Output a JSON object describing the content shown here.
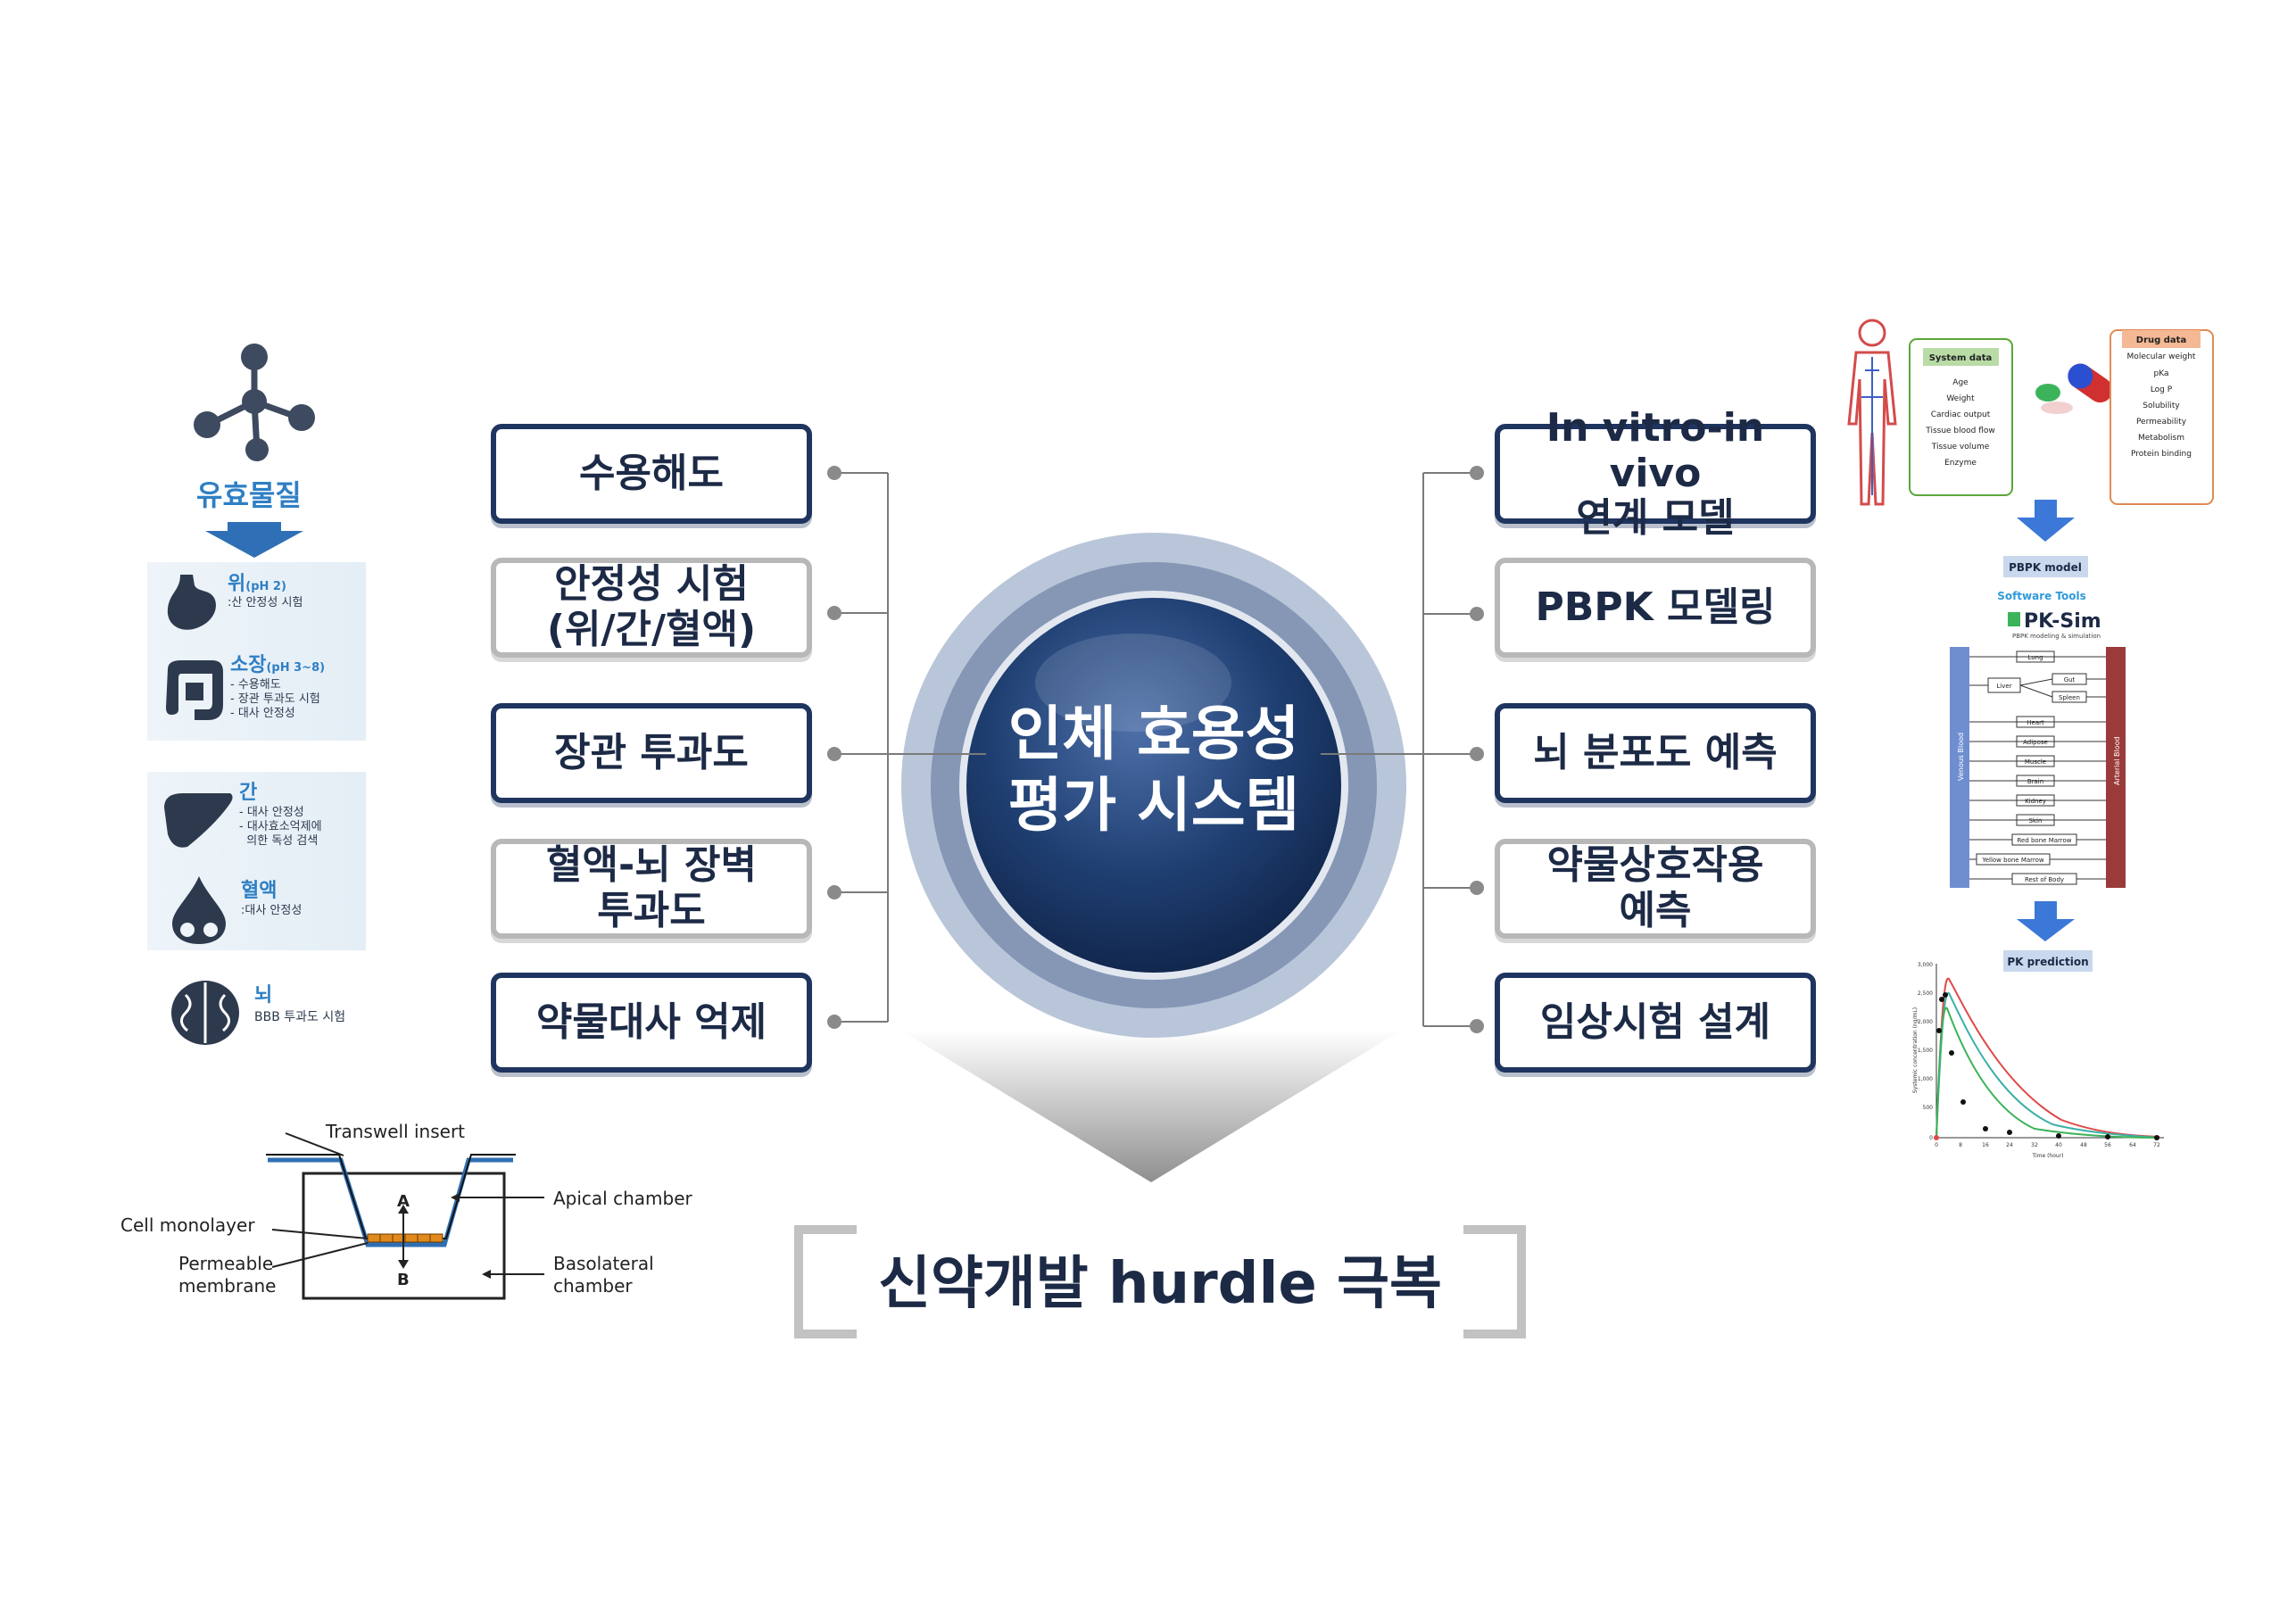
{
  "center": {
    "line1": "인체 효용성",
    "line2": "평가 시스템"
  },
  "bottom_banner": "신약개발 hurdle 극복",
  "left_boxes": [
    {
      "label": "수용해도",
      "style": "dark"
    },
    {
      "label": "안정성 시험\n(위/간/혈액)",
      "style": "light"
    },
    {
      "label": "장관 투과도",
      "style": "dark"
    },
    {
      "label": "혈액-뇌 장벽\n투과도",
      "style": "light"
    },
    {
      "label": "약물대사 억제",
      "style": "dark"
    }
  ],
  "right_boxes": [
    {
      "label": "In vitro-in vivo\n연계 모델",
      "style": "dark"
    },
    {
      "label": "PBPK 모델링",
      "style": "light"
    },
    {
      "label": "뇌 분포도 예측",
      "style": "dark"
    },
    {
      "label": "약물상호작용\n예측",
      "style": "light"
    },
    {
      "label": "임상시험 설계",
      "style": "dark"
    }
  ],
  "left_panel": {
    "title": "유효물질",
    "organs": [
      {
        "name": "위",
        "sub": "(pH 2)",
        "notes": [
          ":산 안정성 시험"
        ],
        "icon": "stomach-icon"
      },
      {
        "name": "소장",
        "sub": "(pH 3~8)",
        "notes": [
          "- 수용해도",
          "- 장관 투과도 시험",
          "- 대사 안정성"
        ],
        "icon": "intestine-icon"
      },
      {
        "name": "간",
        "sub": "",
        "notes": [
          "- 대사 안정성",
          "- 대사효소억제에",
          "  의한 독성 검색"
        ],
        "icon": "liver-icon"
      },
      {
        "name": "혈액",
        "sub": "",
        "notes": [
          ":대사 안정성"
        ],
        "icon": "blood-drop-icon"
      },
      {
        "name": "뇌",
        "sub": "",
        "notes": [
          "BBB 투과도 시험"
        ],
        "icon": "brain-icon"
      }
    ]
  },
  "transwell": {
    "insert": "Transwell insert",
    "apical": "Apical chamber",
    "basolateral": "Basolateral",
    "basolateral2": "chamber",
    "cell": "Cell monolayer",
    "perm1": "Permeable",
    "perm2": "membrane",
    "a": "A",
    "b": "B"
  },
  "right_panel": {
    "system_title": "System data",
    "system_items": [
      "Age",
      "Weight",
      "Cardiac output",
      "Tissue blood flow",
      "Tissue volume",
      "Enzyme"
    ],
    "drug_title": "Drug data",
    "drug_items": [
      "Molecular weight",
      "pKa",
      "Log P",
      "Solubility",
      "Permeability",
      "Metabolism",
      "Protein binding"
    ],
    "pbpk_title": "PBPK model",
    "software": "Software Tools",
    "pksim": "PK-Sim",
    "pksim_sub": "PBPK modeling & simulation",
    "organs": [
      "Lung",
      "Liver",
      "Gut",
      "Spleen",
      "Heart",
      "Adipose",
      "Muscle",
      "Brain",
      "Kidney",
      "Skin",
      "Red bone Marrow",
      "Yellow bone Marrow",
      "Rest of Body"
    ],
    "venous": "Venous Blood",
    "arterial": "Arterial Blood",
    "pk_title": "PK prediction",
    "pk_ylabel": "Systemic concentration (ng/mL)",
    "pk_xlabel": "Time (hour)",
    "pk_yticks": [
      "3,000",
      "2,500",
      "2,000",
      "1,500",
      "1,000",
      "500",
      "0"
    ],
    "pk_xticks": [
      "0",
      "8",
      "16",
      "24",
      "32",
      "40",
      "48",
      "56",
      "64",
      "72"
    ]
  },
  "colors": {
    "navy": "#1f3560",
    "sphere": "#2f4f86",
    "accent_blue": "#2f7fc4",
    "arrow_blue": "#3b78d8"
  }
}
